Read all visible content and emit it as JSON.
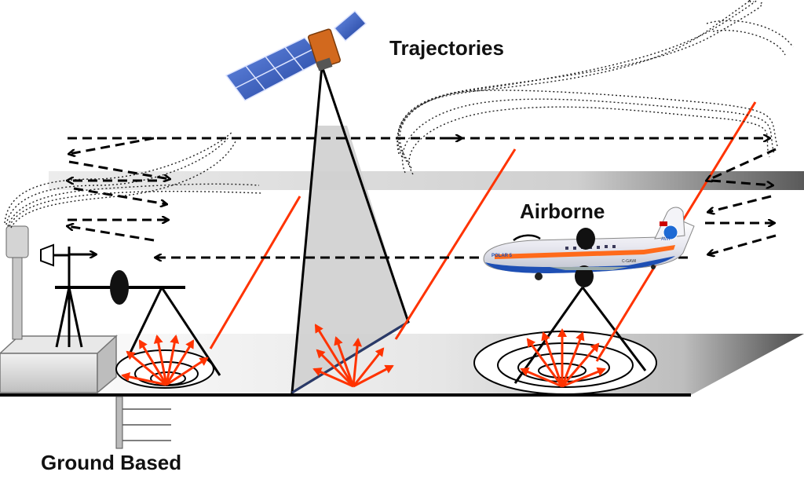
{
  "labels": {
    "trajectories": "Trajectories",
    "airborne": "Airborne",
    "ground_based": "Ground Based"
  },
  "aircraft": {
    "name": "POLAR 5",
    "registration": "C-GAWI",
    "tail": "AWI"
  },
  "colors": {
    "beam": "#ff3300",
    "arrow": "#ff3300",
    "band": "#c8c8c8",
    "line": "#000000"
  }
}
